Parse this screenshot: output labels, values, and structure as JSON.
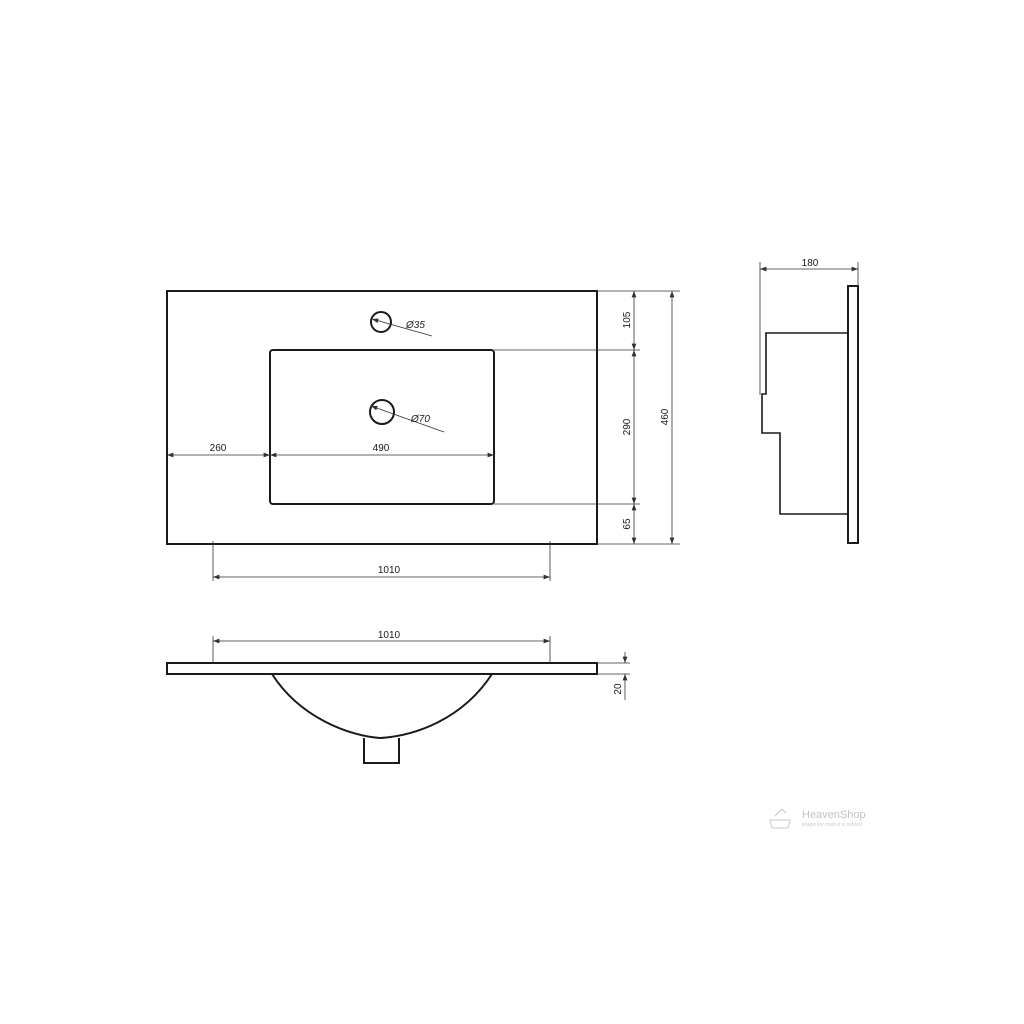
{
  "top_view": {
    "dims": {
      "tap_hole_offset": "105",
      "bowl_depth": "290",
      "front_offset": "65",
      "total_depth": "460",
      "side_margin": "260",
      "bowl_width": "490",
      "mounting_width": "1010",
      "tap_hole_diameter": "Ø35",
      "drain_diameter": "Ø70"
    }
  },
  "side_view": {
    "dims": {
      "projection": "180"
    }
  },
  "front_view": {
    "dims": {
      "mounting_width": "1010",
      "thickness": "20"
    }
  },
  "watermark": {
    "brand": "HeavenShop",
    "tagline": "koupelny radost a vzhled"
  }
}
